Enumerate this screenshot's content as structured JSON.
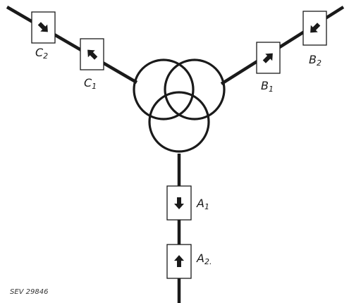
{
  "figure": {
    "reference": "SEV 29846",
    "transformer": {
      "icon": "three-winding-transformer-icon"
    },
    "branches": [
      {
        "id": "A",
        "devices": [
          {
            "id": "A1",
            "letter": "A",
            "index": "1",
            "arrow": "down"
          },
          {
            "id": "A2",
            "letter": "A",
            "index": "2.",
            "arrow": "up"
          }
        ]
      },
      {
        "id": "B",
        "devices": [
          {
            "id": "B1",
            "letter": "B",
            "index": "1",
            "arrow": "up-right"
          },
          {
            "id": "B2",
            "letter": "B",
            "index": "2",
            "arrow": "down-left"
          }
        ]
      },
      {
        "id": "C",
        "devices": [
          {
            "id": "C1",
            "letter": "C",
            "index": "1",
            "arrow": "up-left"
          },
          {
            "id": "C2",
            "letter": "C",
            "index": "2",
            "arrow": "down-right"
          }
        ]
      }
    ]
  }
}
